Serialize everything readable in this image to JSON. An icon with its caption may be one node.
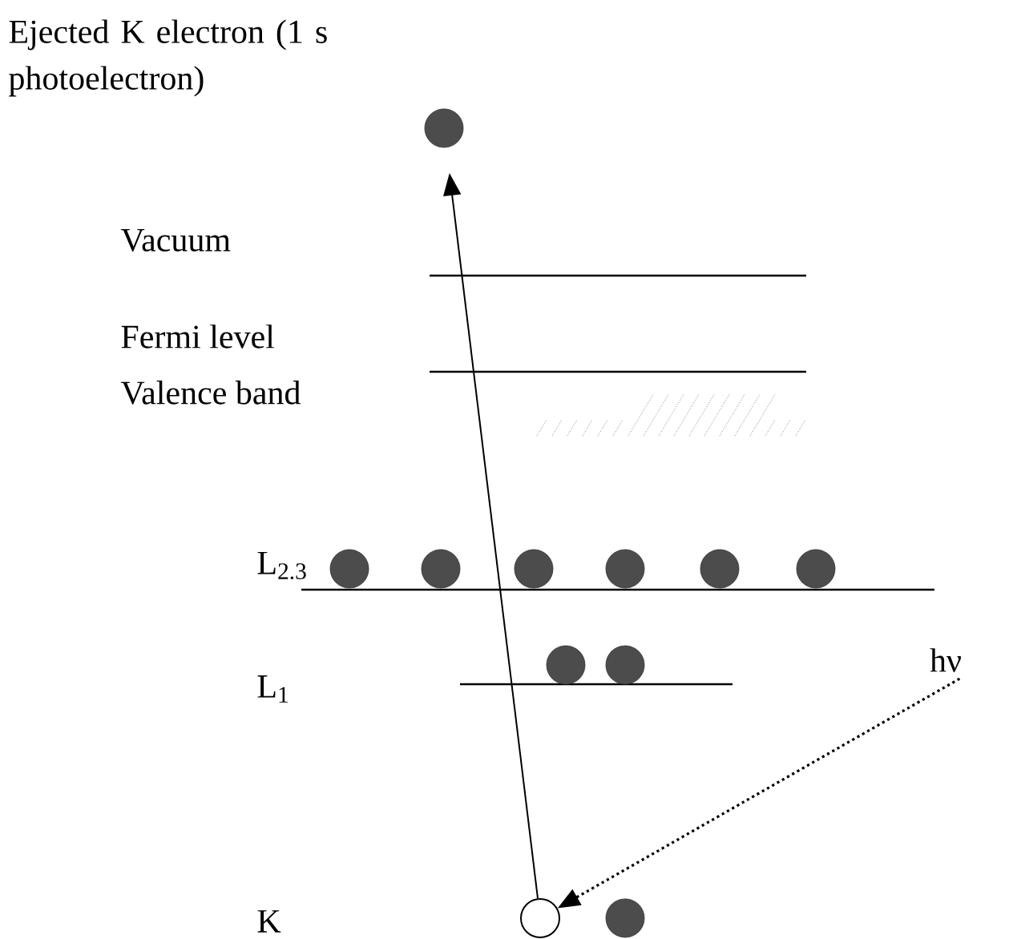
{
  "diagram": {
    "nodes": [
      {
        "text": [],
        "shape": "circle",
        "beside": [
          "Ejected K electron (1 s photoelectron)"
        ]
      },
      {
        "text": [],
        "shape": "circle"
      },
      {
        "text": [],
        "shape": "circle"
      },
      {
        "text": [],
        "shape": "circle"
      },
      {
        "text": [],
        "shape": "circle"
      },
      {
        "text": [],
        "shape": "circle"
      },
      {
        "text": [],
        "shape": "circle"
      },
      {
        "text": [],
        "shape": "circle"
      },
      {
        "text": [],
        "shape": "circle"
      },
      {
        "text": [
          "hν"
        ]
      },
      {
        "text": [],
        "shape": "circle"
      },
      {
        "text": [],
        "shape": "circle"
      }
    ],
    "edges": [
      {
        "from": 10,
        "to": 0,
        "arrow": "to"
      },
      {
        "from": 9,
        "to": 10,
        "arrow": "to",
        "style": "dashed"
      }
    ],
    "labels": [
      "Vacuum",
      "Fermi level",
      "Valence band",
      "L$_{2.3}$",
      "L$_{1}$",
      "K"
    ]
  }
}
